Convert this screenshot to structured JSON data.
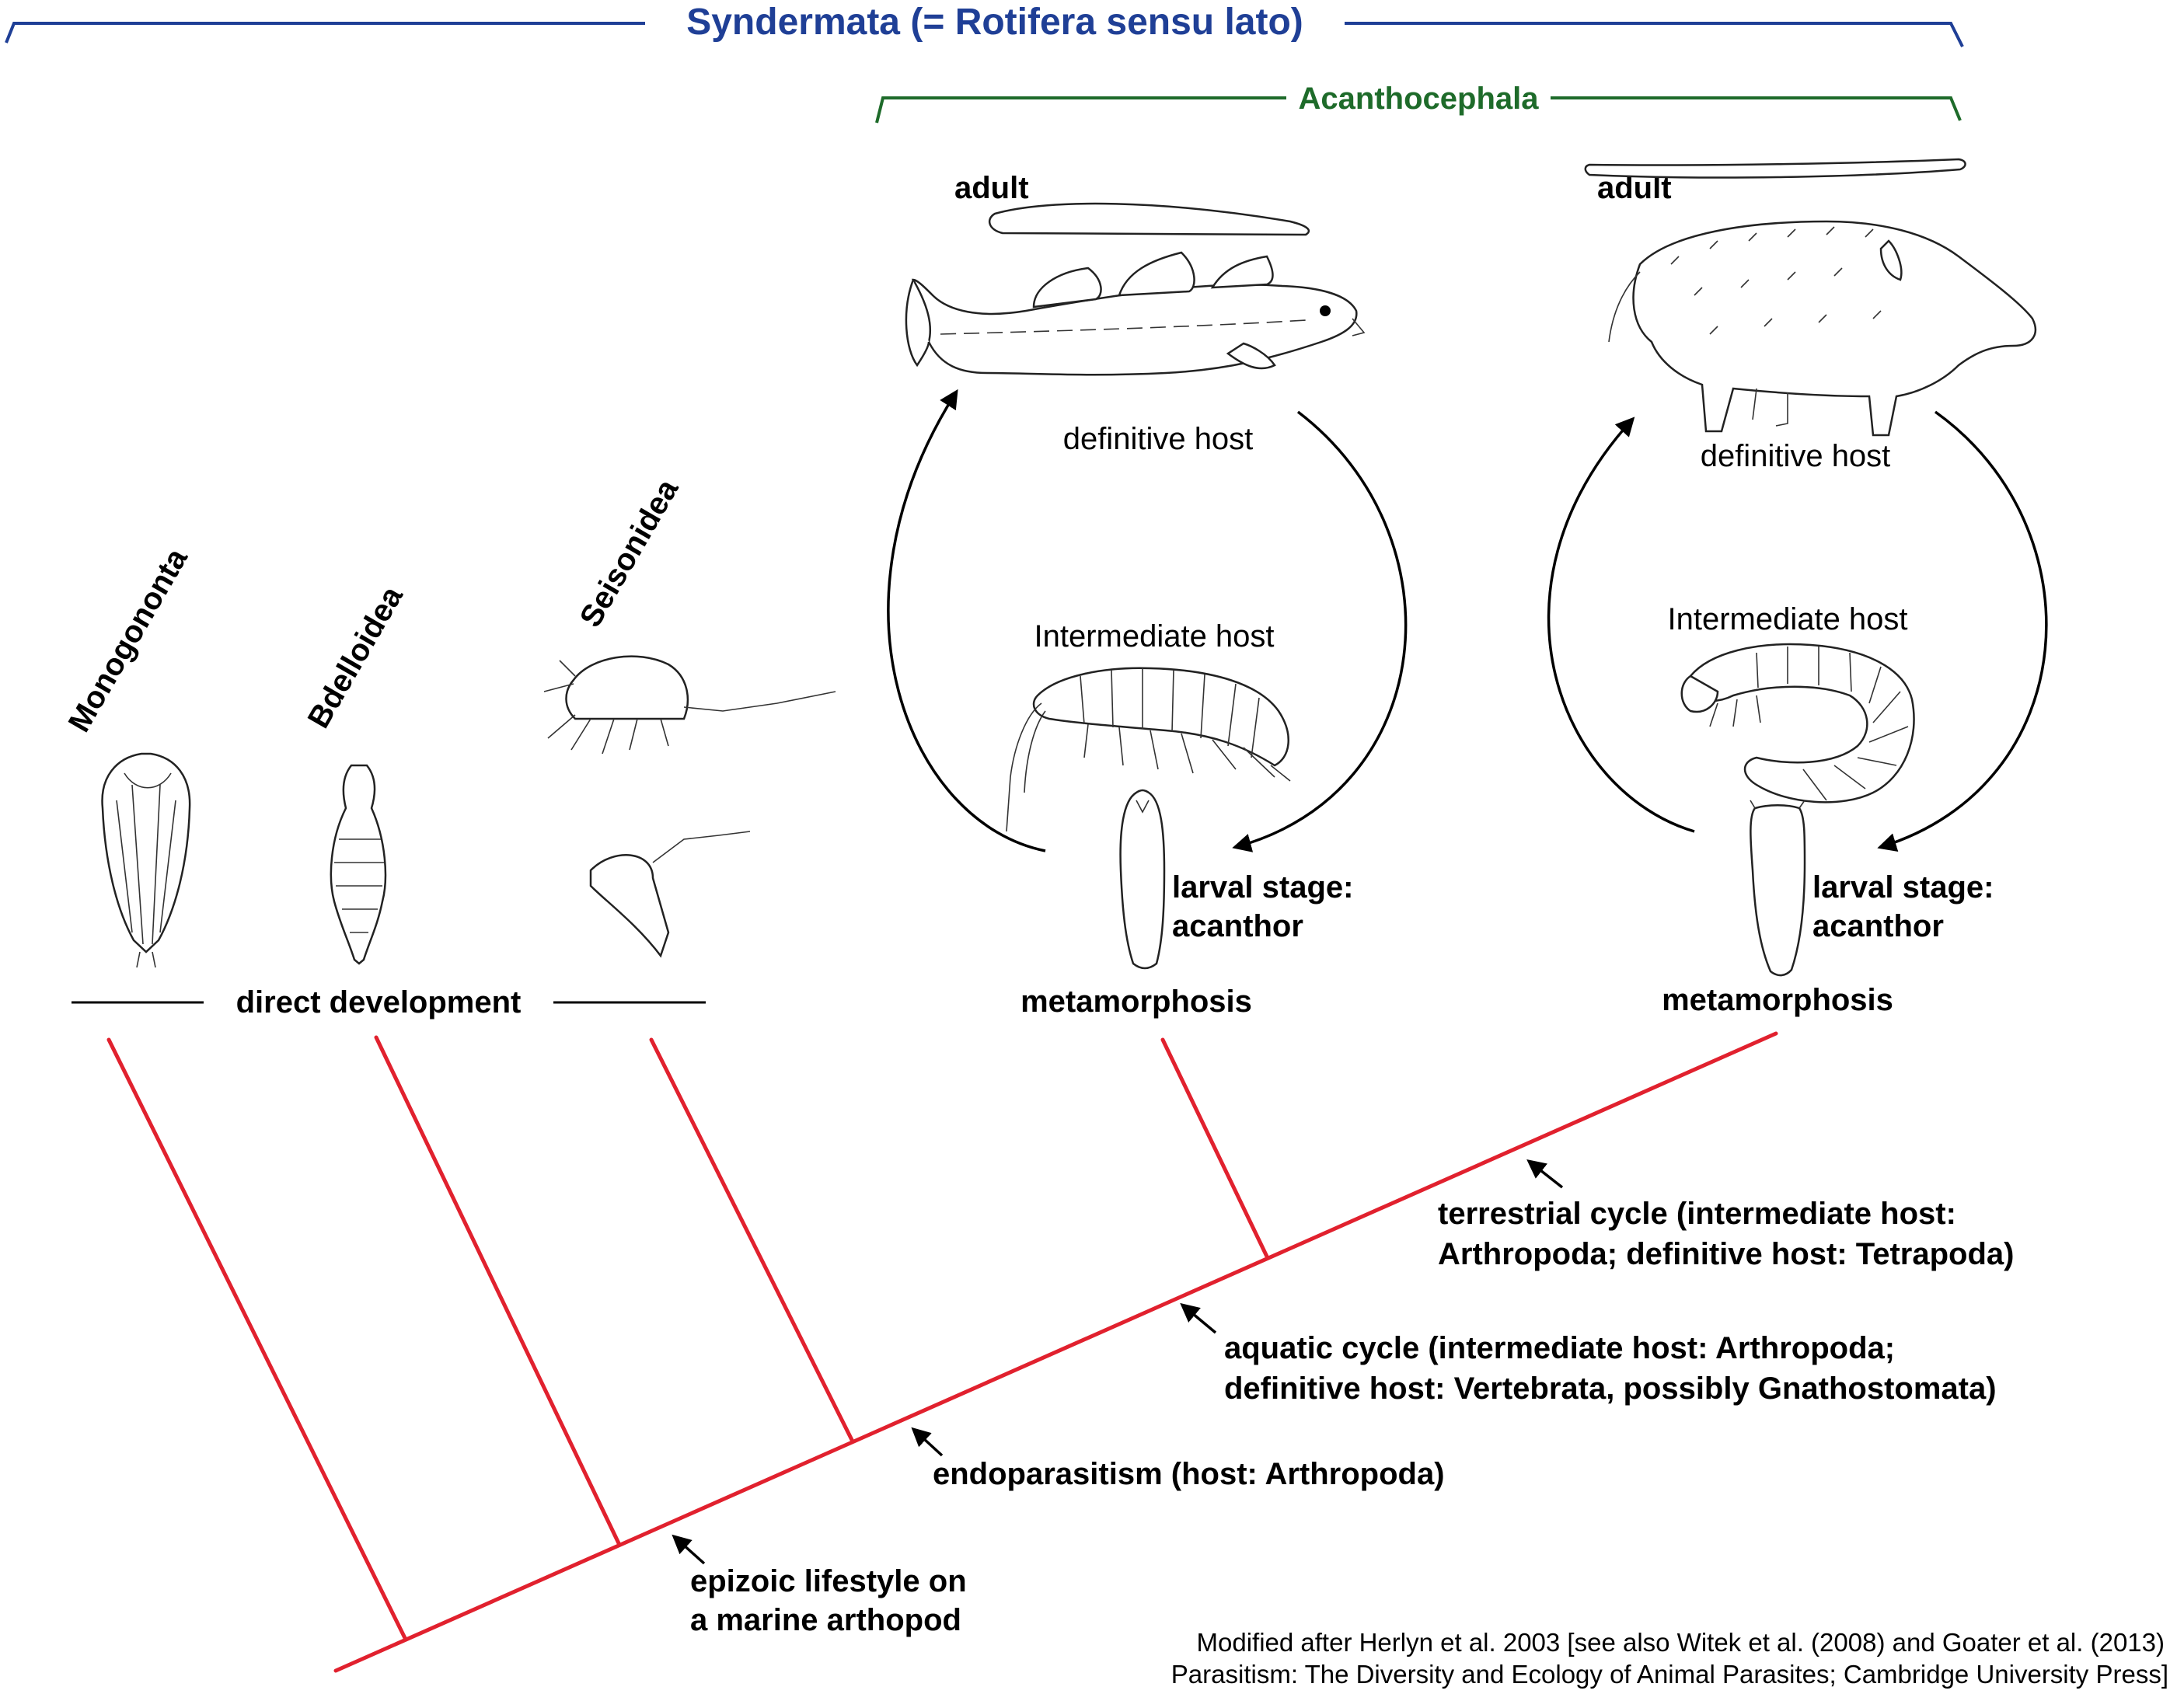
{
  "brackets": {
    "syndermata": {
      "label": "Syndermata (= Rotifera sensu lato)",
      "color": "#1f3f96"
    },
    "acanthocephala": {
      "label": "Acanthocephala",
      "color": "#1e6b2a"
    }
  },
  "taxa": [
    "Monogononta",
    "Bdelloidea",
    "Seisonidea"
  ],
  "direct_development": "direct development",
  "cycles": {
    "aquatic": {
      "adult": "adult",
      "definitive_host": "definitive host",
      "intermediate_host": "Intermediate host",
      "larval_stage_line1": "larval stage:",
      "larval_stage_line2": "acanthor",
      "metamorphosis": "metamorphosis"
    },
    "terrestrial": {
      "adult": "adult",
      "definitive_host": "definitive host",
      "intermediate_host": "Intermediate host",
      "larval_stage_line1": "larval stage:",
      "larval_stage_line2": "acanthor",
      "metamorphosis": "metamorphosis"
    }
  },
  "tree_annotations": {
    "terrestrial_line1": "terrestrial cycle (intermediate host:",
    "terrestrial_line2": "Arthropoda; definitive host: Tetrapoda)",
    "aquatic_line1": "aquatic cycle (intermediate host: Arthropoda;",
    "aquatic_line2": "definitive host: Vertebrata, possibly Gnathostomata)",
    "endoparasitism": "endoparasitism (host: Arthropoda)",
    "epizoic_line1": "epizoic lifestyle on",
    "epizoic_line2": "a marine arthopod"
  },
  "credit": {
    "line1": "Modified after Herlyn et al. 2003 [see also Witek et al. (2008) and Goater et al. (2013)",
    "line2": "Parasitism: The Diversity and Ecology of Animal Parasites; Cambridge University Press]"
  },
  "colors": {
    "tree": "#e1212e",
    "text": "#000000"
  }
}
